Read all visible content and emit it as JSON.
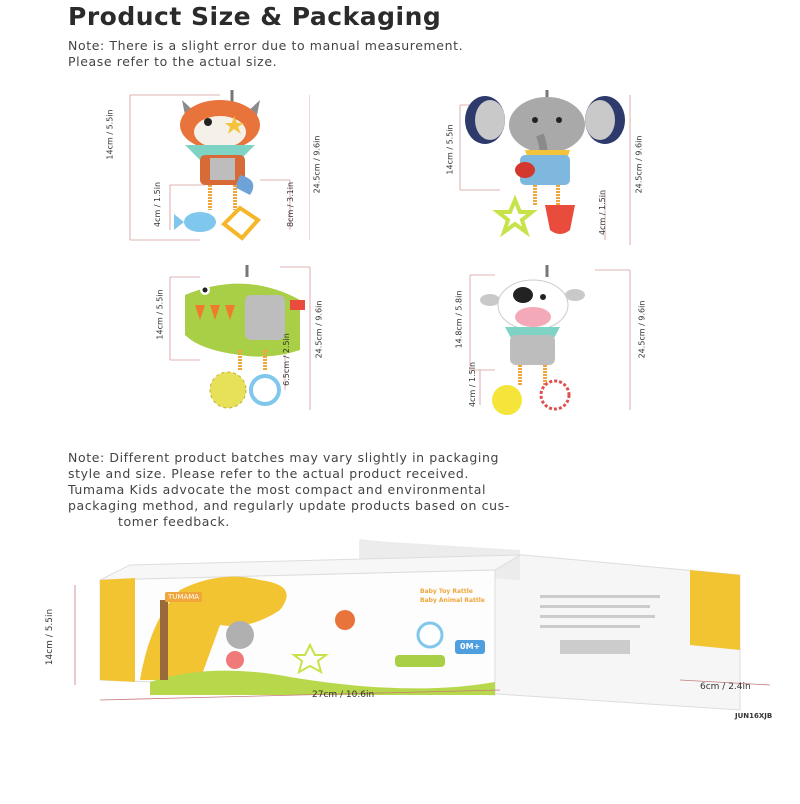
{
  "title": "Product Size & Packaging",
  "note_top": [
    "Note: There is a slight error due to manual measurement.",
    "Please refer to the actual size."
  ],
  "note_bottom": [
    "Note: Different product batches may vary slightly in packaging",
    "style and size. Please refer to the actual product received.",
    "Tumama Kids advocate the most compact and environmental",
    "packaging method, and regularly update products based on cus-",
    "tomer feedback."
  ],
  "toys": {
    "fox": {
      "body": "14cm / 5.5in",
      "total": "24.5cm / 9.6in",
      "lower": "4cm / 1.5in",
      "dangle": "8cm / 3.1in"
    },
    "elephant": {
      "body": "14cm / 5.5in",
      "total": "24.5cm / 9.6in",
      "lower": "4cm / 1.5in"
    },
    "crocodile": {
      "body": "14cm / 5.5in",
      "total": "24.5cm / 9.6in",
      "dangle": "6.5cm / 2.5in"
    },
    "cow": {
      "body": "14.8cm / 5.8in",
      "total": "24.5cm / 9.6in",
      "lower": "4cm / 1.5in"
    }
  },
  "box": {
    "height": "14cm / 5.5in",
    "width": "27cm / 10.6in",
    "depth": "6cm / 2.4in",
    "brand": "TUMAMA",
    "label_lines": [
      "Baby Toy Rattle",
      "Baby Animal Rattle"
    ],
    "age": "0M+",
    "code": "JUN16XJB"
  },
  "colors": {
    "title": "#2b2b2b",
    "dim_line": "#c77b7b",
    "box_yellow": "#f3c431"
  }
}
